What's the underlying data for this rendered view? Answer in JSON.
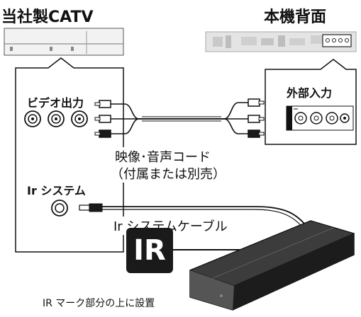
{
  "labels": {
    "catv_device": "当社製CATV",
    "rear_panel": "本機背面",
    "video_output": "ビデオ出力",
    "external_input": "外部入力",
    "cable_line1": "映像･音声コード",
    "cable_line2": "（付属または別売）",
    "ir_system": "Ir システム",
    "ir_cable": "Ir システムケーブル",
    "ir_badge": "IR",
    "placement_note": "IR マーク部分の上に設置"
  },
  "colors": {
    "video_plug": "#ffffff",
    "audio_white_plug": "#ffffff",
    "audio_red_plug": "#1a1a1a",
    "line": "#111111"
  }
}
